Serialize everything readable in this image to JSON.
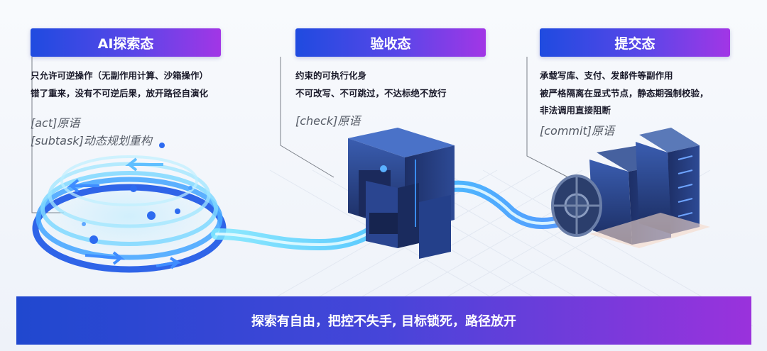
{
  "stages": [
    {
      "title": "AI探索态",
      "desc": [
        "只允许可逆操作（无副作用计算、沙箱操作）",
        "错了重来，没有不可逆后果，放开路径自演化"
      ],
      "primitives": [
        "[act]原语",
        "[subtask]动态规划重构"
      ]
    },
    {
      "title": "验收态",
      "desc": [
        "约束的可执行化身",
        "不可改写、不可跳过，不达标绝不放行"
      ],
      "primitives": [
        "[check]原语"
      ]
    },
    {
      "title": "提交态",
      "desc": [
        "承载写库、支付、发邮件等副作用",
        "被严格隔离在显式节点，静态期强制校验，",
        "非法调用直接阻断"
      ],
      "primitives": [
        "[commit]原语"
      ]
    }
  ],
  "footer": "探索有自由，把控不失手, 目标锁死，路径放开",
  "colors": {
    "header_start": "#1f4be0",
    "header_end": "#a236e6",
    "flow": "#2fc8ff",
    "machine": "#243a78"
  }
}
